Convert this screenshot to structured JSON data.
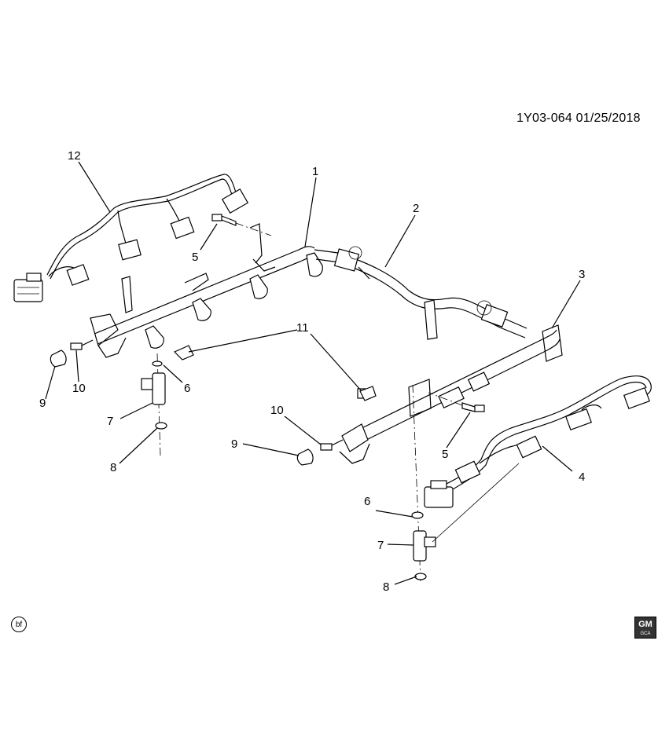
{
  "diagram_code": "1Y03-064  01/25/2018",
  "labels": {
    "l1": "1",
    "l2": "2",
    "l3": "3",
    "l4": "4",
    "l5a": "5",
    "l5b": "5",
    "l6a": "6",
    "l6b": "6",
    "l7a": "7",
    "l7b": "7",
    "l8a": "8",
    "l8b": "8",
    "l9a": "9",
    "l9b": "9",
    "l10a": "10",
    "l10b": "10",
    "l11": "11",
    "l12": "12"
  },
  "corner_mark": "bf",
  "logo": {
    "text": "GM",
    "subtext": "GCA"
  }
}
